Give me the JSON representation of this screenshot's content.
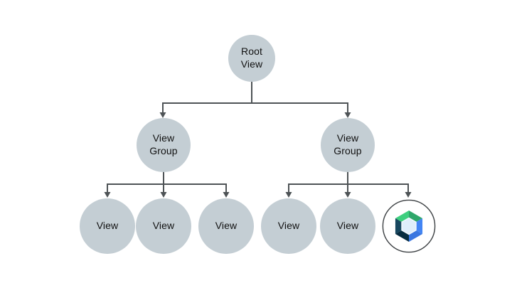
{
  "diagram": {
    "description": "View hierarchy tree",
    "nodes": {
      "root": {
        "label": "Root View"
      },
      "group_left": {
        "label": "View Group"
      },
      "group_right": {
        "label": "View Group"
      },
      "view_1": {
        "label": "View"
      },
      "view_2": {
        "label": "View"
      },
      "view_3": {
        "label": "View"
      },
      "view_4": {
        "label": "View"
      },
      "view_5": {
        "label": "View"
      },
      "compose": {
        "icon": "jetpack-compose-icon"
      }
    },
    "colors": {
      "background": "#ffffff",
      "node_fill": "#c4ced4",
      "connector": "#4e5356",
      "text": "#111111",
      "logo": {
        "green_light": "#3ecf7f",
        "green_dark": "#2fa76a",
        "blue_light": "#4285f4",
        "blue_dark": "#3a77e0",
        "navy_light": "#17475f",
        "navy_dark": "#072c40",
        "inner_hex": "#dfeefb",
        "inner_rim": "#f3f9fd",
        "ring": "#3c4043",
        "ring_fill": "#ffffff"
      }
    }
  }
}
